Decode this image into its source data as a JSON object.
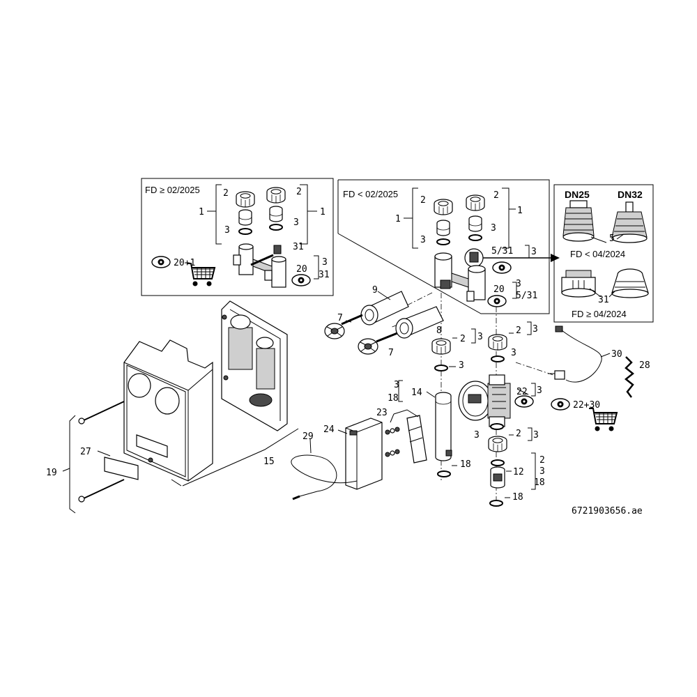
{
  "boxes": {
    "new_version": "FD ≥ 02/2025",
    "old_version": "FD < 02/2025",
    "dn25": "DN25",
    "dn32": "DN32",
    "fd_before": "FD < 04/2024",
    "fd_after": "FD ≥ 04/2024"
  },
  "callouts": {
    "c1": "1",
    "c2": "2",
    "c3": "3",
    "c5": "5",
    "c7": "7",
    "c8": "8",
    "c9": "9",
    "c12": "12",
    "c14": "14",
    "c15": "15",
    "c18": "18",
    "c19": "19",
    "c20": "20",
    "c22": "22",
    "c23": "23",
    "c24": "24",
    "c27": "27",
    "c28": "28",
    "c29": "29",
    "c30": "30",
    "c31": "31",
    "c5_31": "5/31",
    "c20p1": "20+1",
    "c22p30": "22+30"
  },
  "drawing_number": "6721903656.ae"
}
